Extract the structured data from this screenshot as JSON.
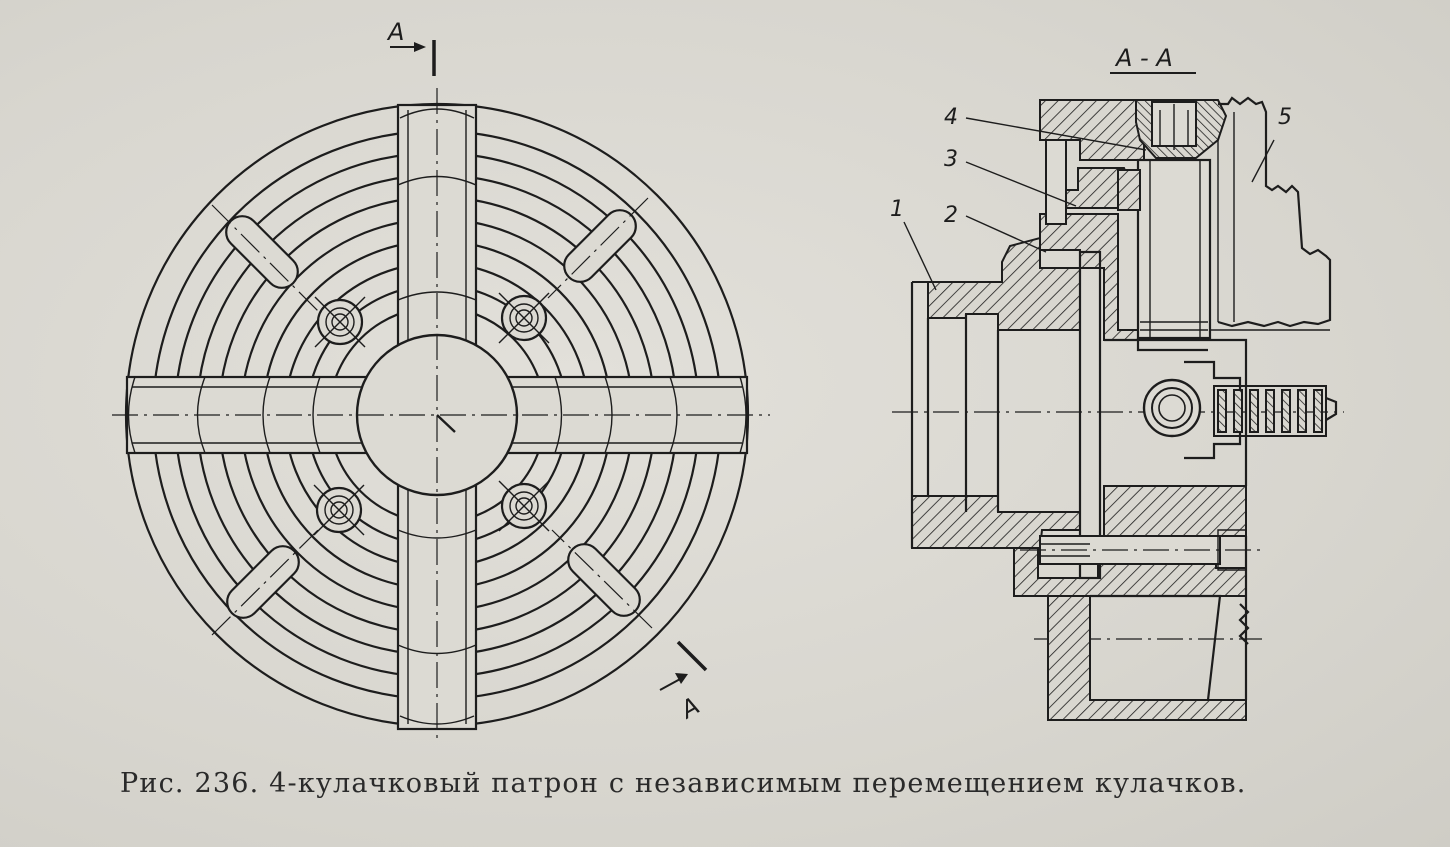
{
  "caption": "Рис. 236. 4-кулачковый патрон с независимым перемещением кулачков.",
  "section": {
    "cut_label_top": "А",
    "cut_label_bottom": "А",
    "view_title": "А - А"
  },
  "callouts": [
    "1",
    "2",
    "3",
    "4",
    "5"
  ],
  "colors": {
    "ink": "#1d1d1d",
    "paper": "#d9d7d0"
  }
}
